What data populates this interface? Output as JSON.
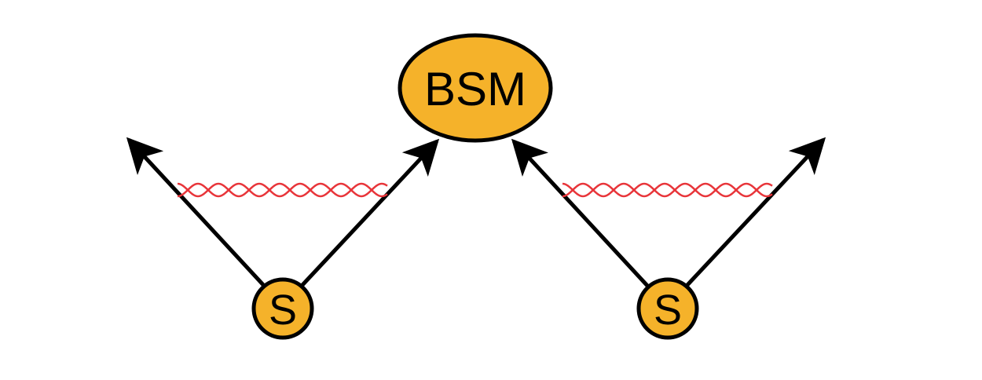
{
  "diagram": {
    "central_node": {
      "label": "BSM"
    },
    "source_nodes": [
      {
        "label": "S"
      },
      {
        "label": "S"
      }
    ]
  },
  "colors": {
    "node_fill": "#f5b22a",
    "stroke": "#000000",
    "photon": "#e8353a"
  }
}
